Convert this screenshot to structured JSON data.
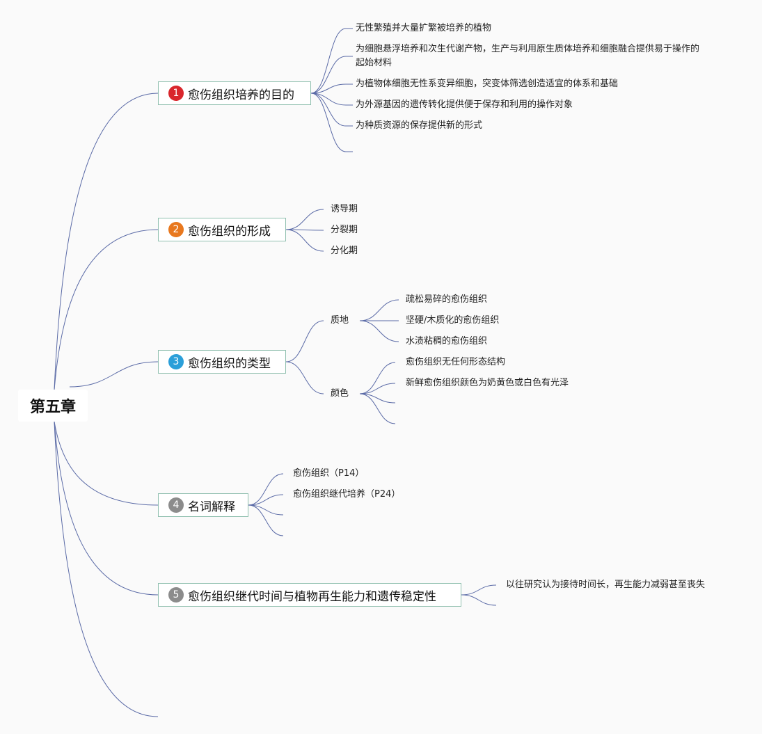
{
  "root": {
    "label": "第五章"
  },
  "colors": {
    "line": "#5a6aa6",
    "border": "#8fbfae",
    "badge1": "#d9262c",
    "badge2": "#e8781e",
    "badge3": "#2b9fd9",
    "badge4": "#8c8c8c",
    "badge5": "#8c8c8c"
  },
  "topics": [
    {
      "badge": "1",
      "label": "愈伤组织培养的目的",
      "children": [
        "无性繁殖并大量扩繁被培养的植物",
        "为细胞悬浮培养和次生代谢产物，生产与利用原生质体培养和细胞融合提供易于操作的起始材料",
        "为植物体细胞无性系变异细胞，突变体筛选创造适宜的体系和基础",
        "为外源基因的遗传转化提供便于保存和利用的操作对象",
        "为种质资源的保存提供新的形式",
        ""
      ]
    },
    {
      "badge": "2",
      "label": "愈伤组织的形成",
      "children": [
        "诱导期",
        "分裂期",
        "分化期"
      ]
    },
    {
      "badge": "3",
      "label": "愈伤组织的类型",
      "groups": [
        {
          "label": "质地",
          "children": [
            "疏松易碎的愈伤组织",
            "坚硬/木质化的愈伤组织",
            "水渍粘稠的愈伤组织"
          ]
        },
        {
          "label": "颜色",
          "children": [
            "愈伤组织无任何形态结构",
            "新鲜愈伤组织颜色为奶黄色或白色有光泽",
            "",
            ""
          ]
        }
      ]
    },
    {
      "badge": "4",
      "label": "名词解释",
      "children": [
        "愈伤组织（P14）",
        "愈伤组织继代培养（P24）",
        "",
        ""
      ]
    },
    {
      "badge": "5",
      "label": "愈伤组织继代时间与植物再生能力和遗传稳定性",
      "children": [
        "以往研究认为接待时间长，再生能力减弱甚至丧失",
        ""
      ]
    }
  ]
}
